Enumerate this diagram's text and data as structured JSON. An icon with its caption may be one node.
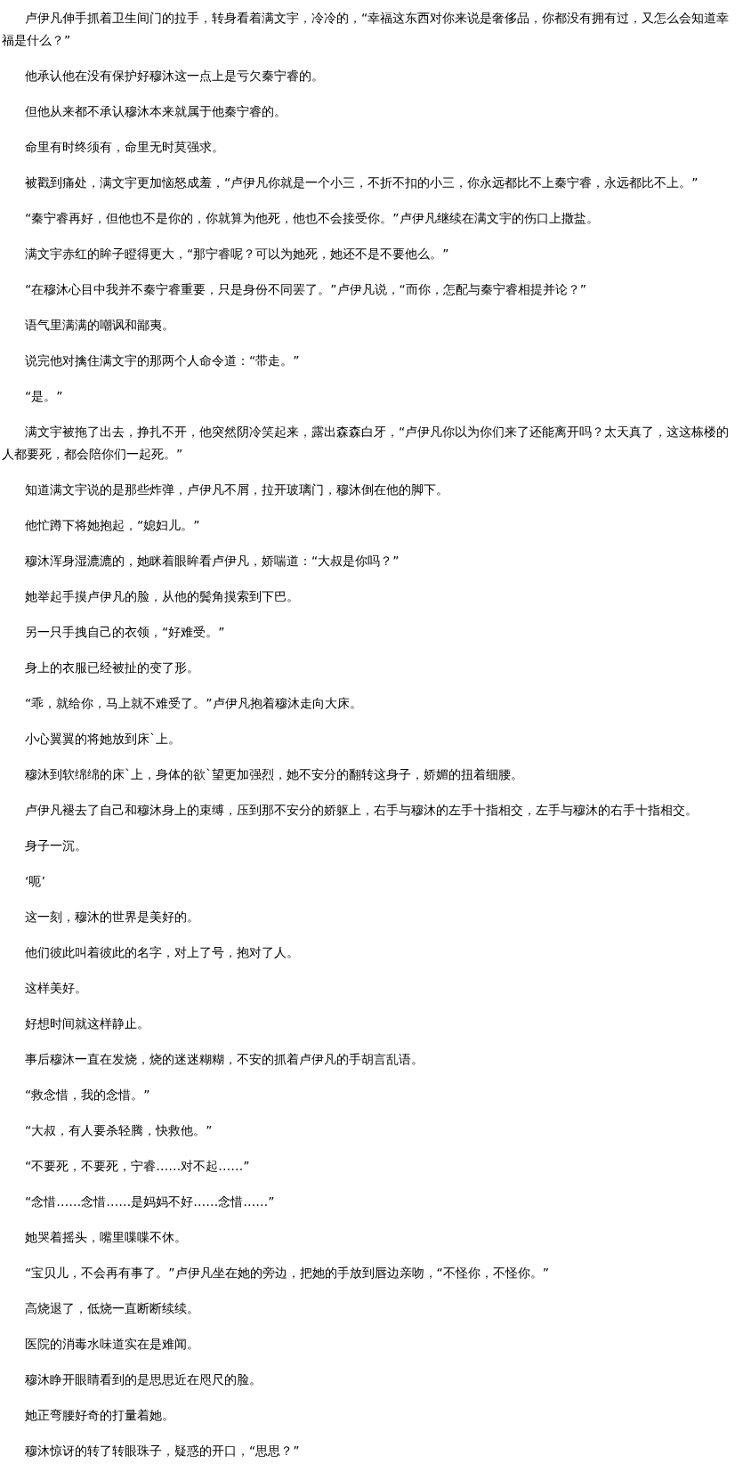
{
  "diagram": {
    "labels": [
      "卢伊凡伸手抓着卫生间门的拉手，转身看着满文宇，冷冷的，“幸福这东西对你来说是奢侈品，你都没有拥有过，又怎么会知道幸福是什么？”",
      "他承认他在没有保护好穆沐这一点上是亏欠秦宁睿的。",
      "但他从来都不承认穆沐本来就属于他秦宁睿的。",
      "命里有时终须有，命里无时莫强求。",
      "被戳到痛处，满文宇更加恼怒成羞，“卢伊凡你就是一个小三，不折不扣的小三，你永远都比不上秦宁睿，永远都比不上。”",
      "“秦宁睿再好，但他也不是你的，你就算为他死，他也不会接受你。”卢伊凡继续在满文宇的伤口上撒盐。",
      "满文宇赤红的眸子瞪得更大，“那宁睿呢？可以为她死，她还不是不要他么。”",
      "“在穆沐心目中我并不秦宁睿重要，只是身份不同罢了。”卢伊凡说，“而你，怎配与秦宁睿相提并论？”",
      "语气里满满的嘲讽和鄙夷。",
      "说完他对擒住满文宇的那两个人命令道：“带走。”",
      "“是。”",
      "满文宇被拖了出去，挣扎不开，他突然阴冷笑起来，露出森森白牙，“卢伊凡你以为你们来了还能离开吗？太天真了，这这栋楼的人都要死，都会陪你们一起死。”",
      "知道满文宇说的是那些炸弹，卢伊凡不屑，拉开玻璃门，穆沐倒在他的脚下。",
      "他忙蹲下将她抱起，“媳妇儿。”",
      "穆沐浑身湿漉漉的，她眯着眼眸看卢伊凡，娇喘道：“大叔是你吗？”",
      "她举起手摸卢伊凡的脸，从他的鬓角摸索到下巴。",
      "另一只手拽自己的衣领，“好难受。”",
      "身上的衣服已经被扯的变了形。",
      "“乖，就给你，马上就不难受了。”卢伊凡抱着穆沐走向大床。",
      "小心翼翼的将她放到床`上。",
      "穆沐到软绵绵的床`上，身体的欲`望更加强烈，她不安分的翻转这身子，娇媚的扭着细腰。",
      "卢伊凡褪去了自己和穆沐身上的束缚，压到那不安分的娇躯上，右手与穆沐的左手十指相交，左手与穆沐的右手十指相交。",
      "身子一沉。",
      "‘呃’",
      "这一刻，穆沐的世界是美好的。",
      "他们彼此叫着彼此的名字，对上了号，抱对了人。",
      "这样美好。",
      "好想时间就这样静止。",
      "事后穆沐一直在发烧，烧的迷迷糊糊，不安的抓着卢伊凡的手胡言乱语。",
      "“救念惜，我的念惜。”",
      "“大叔，有人要杀轻腾，快救他。”",
      "“不要死，不要死，宁睿……对不起……”",
      "“念惜……念惜……是妈妈不好……念惜……”",
      "她哭着摇头，嘴里喋喋不休。",
      "“宝贝儿，不会再有事了。”卢伊凡坐在她的旁边，把她的手放到唇边亲吻，“不怪你，不怪你。”",
      "高烧退了，低烧一直断断续续。",
      "医院的消毒水味道实在是难闻。",
      "穆沐睁开眼睛看到的是思思近在咫尺的脸。",
      "她正弯腰好奇的打量着她。",
      "穆沐惊讶的转了转眼珠子，疑惑的开口，“思思？”"
    ]
  }
}
